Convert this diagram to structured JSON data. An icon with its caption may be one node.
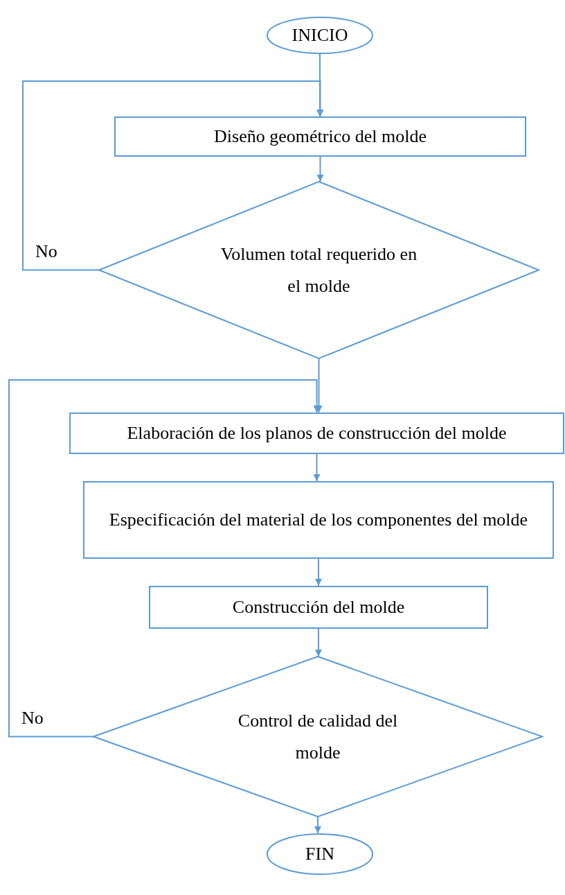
{
  "diagram": {
    "nodes": [
      {
        "text": [
          "INICIO"
        ]
      },
      {
        "text": [
          "Diseño geométrico del molde"
        ]
      },
      {
        "text": [
          "Volumen total requerido en el molde"
        ]
      },
      {
        "text": [
          "Elaboración de los planos de construcción del molde"
        ]
      },
      {
        "text": [
          "Especificación del material de los componentes del molde"
        ]
      },
      {
        "text": [
          "Construcción del molde"
        ]
      },
      {
        "text": [
          "Control de calidad del molde"
        ]
      },
      {
        "text": [
          "FIN"
        ]
      }
    ],
    "edges": [
      {
        "from": 0,
        "to": 1,
        "arrow": "to"
      },
      {
        "from": 1,
        "to": 2,
        "arrow": "to"
      },
      {
        "from": 2,
        "to": 1,
        "arrow": "to",
        "label": "No"
      },
      {
        "from": 2,
        "to": 3,
        "arrow": "to"
      },
      {
        "from": 3,
        "to": 4,
        "arrow": "to"
      },
      {
        "from": 4,
        "to": 5,
        "arrow": "to"
      },
      {
        "from": 5,
        "to": 6,
        "arrow": "to"
      },
      {
        "from": 6,
        "to": 3,
        "arrow": "to",
        "label": "No"
      },
      {
        "from": 6,
        "to": 7,
        "arrow": "to"
      }
    ]
  }
}
